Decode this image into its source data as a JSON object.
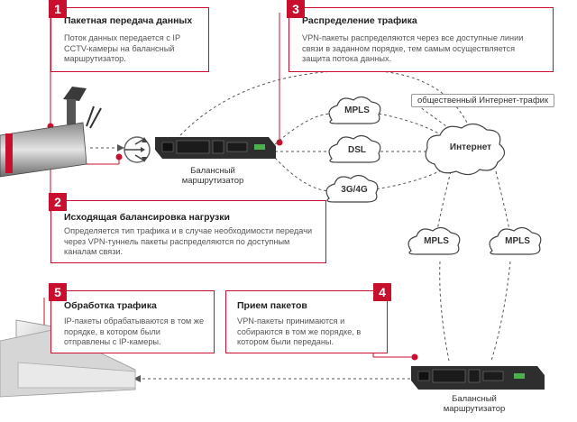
{
  "steps": [
    {
      "num": "1",
      "title": "Пакетная передача данных",
      "text": "Поток данных передается с IP CCTV-камеры на балансный маршрутизатор."
    },
    {
      "num": "2",
      "title": "Исходящая балансировка нагрузки",
      "text": "Определяется тип трафика и в случае необходимости передачи через VPN-туннель пакеты распределяются по доступным каналам связи."
    },
    {
      "num": "3",
      "title": "Распределение трафика",
      "text": "VPN-пакеты распределяются через все доступные линии связи в заданном порядке, тем самым осуществляется защита потока данных."
    },
    {
      "num": "4",
      "title": "Прием пакетов",
      "text": "VPN-пакеты принимаются и собираются в том же порядке, в котором были переданы."
    },
    {
      "num": "5",
      "title": "Обработка трафика",
      "text": "IP-пакеты обрабатываются в том же порядке, в котором были отправлены с IP-камеры."
    }
  ],
  "clouds": {
    "mpls_top": "MPLS",
    "dsl": "DSL",
    "lte": "3G/4G",
    "internet": "Интернет",
    "mpls_left": "MPLS",
    "mpls_right": "MPLS"
  },
  "router_caption_top": "Балансный маршрутизатор",
  "router_caption_bottom": "Балансный маршрутизатор",
  "public_traffic": "общественный Интернет-трафик",
  "colors": {
    "accent": "#c8102e",
    "line": "#555555",
    "cloud_stroke": "#444444"
  }
}
